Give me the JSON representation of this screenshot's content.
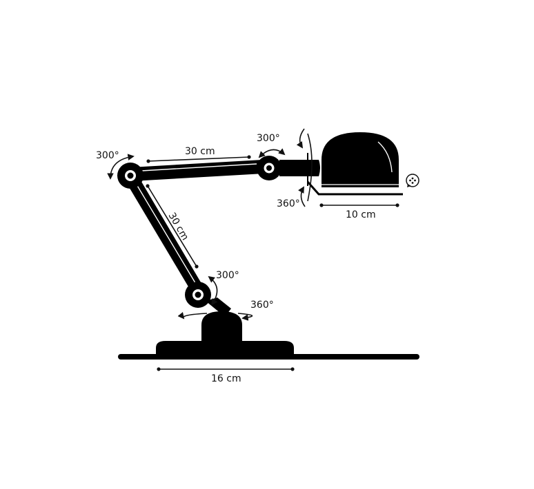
{
  "colors": {
    "ink": "#000000",
    "paper": "#ffffff"
  },
  "labels": {
    "upper_arm_length": "30 cm",
    "lower_arm_length": "30 cm",
    "shade_width": "10 cm",
    "base_width": "16 cm",
    "elbow_rotation": "300°",
    "shade_joint_rotation": "300°",
    "shoulder_rotation": "300°",
    "shade_spin_rotation": "360°",
    "base_spin_rotation": "360°"
  },
  "icons": {
    "bulb": "lightbulb-icon"
  }
}
